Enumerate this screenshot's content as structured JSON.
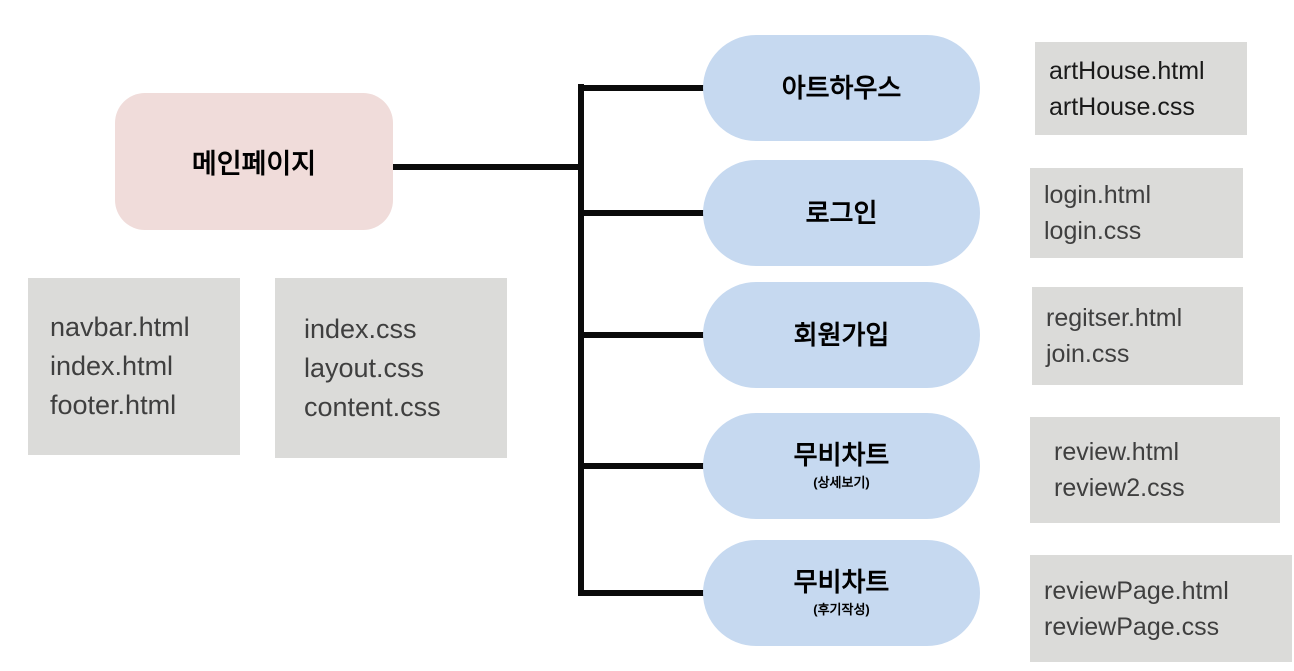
{
  "diagram": {
    "title_note": "site structure diagram",
    "root": {
      "label": "메인페이지"
    },
    "root_files": [
      [
        "navbar.html",
        "index.html",
        "footer.html"
      ],
      [
        "index.css",
        "layout.css",
        "content.css"
      ]
    ],
    "pages": [
      {
        "label": "아트하우스",
        "sub": "",
        "files": [
          "artHouse.html",
          "artHouse.css"
        ]
      },
      {
        "label": "로그인",
        "sub": "",
        "files": [
          "login.html",
          "login.css"
        ]
      },
      {
        "label": "회원가입",
        "sub": "",
        "files": [
          "regitser.html",
          "join.css"
        ]
      },
      {
        "label": "무비차트",
        "sub": "(상세보기)",
        "files": [
          "review.html",
          "review2.css"
        ]
      },
      {
        "label": "무비차트",
        "sub": "(후기작성)",
        "files": [
          "reviewPage.html",
          "reviewPage.css"
        ]
      }
    ],
    "colors": {
      "root_fill": "#f0dcda",
      "page_fill": "#c6d9f0",
      "file_fill": "#dbdbd9",
      "connector": "#0b0b0b",
      "label_text": "#000000",
      "file_text": "#3f3f3f",
      "file_text_dark": "#1a1a1a"
    }
  }
}
